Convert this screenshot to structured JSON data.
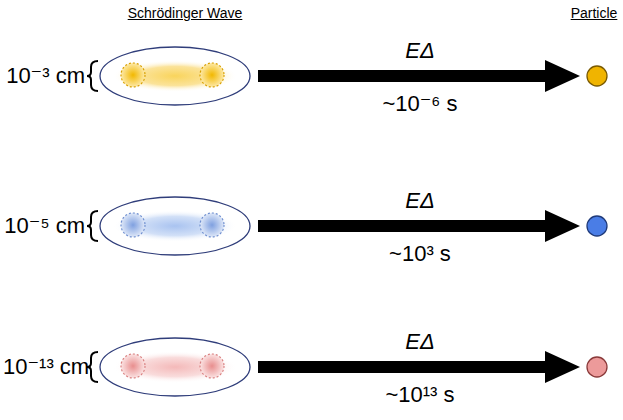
{
  "diagram": {
    "labels": [
      "Schrödinger Wave",
      "Particle",
      "10⁻³ cm",
      "EΔ",
      "~10⁻⁶ s",
      "10⁻⁵ cm",
      "EΔ",
      "~10³ s",
      "10⁻¹³ cm",
      "EΔ",
      "~10¹³ s"
    ]
  }
}
